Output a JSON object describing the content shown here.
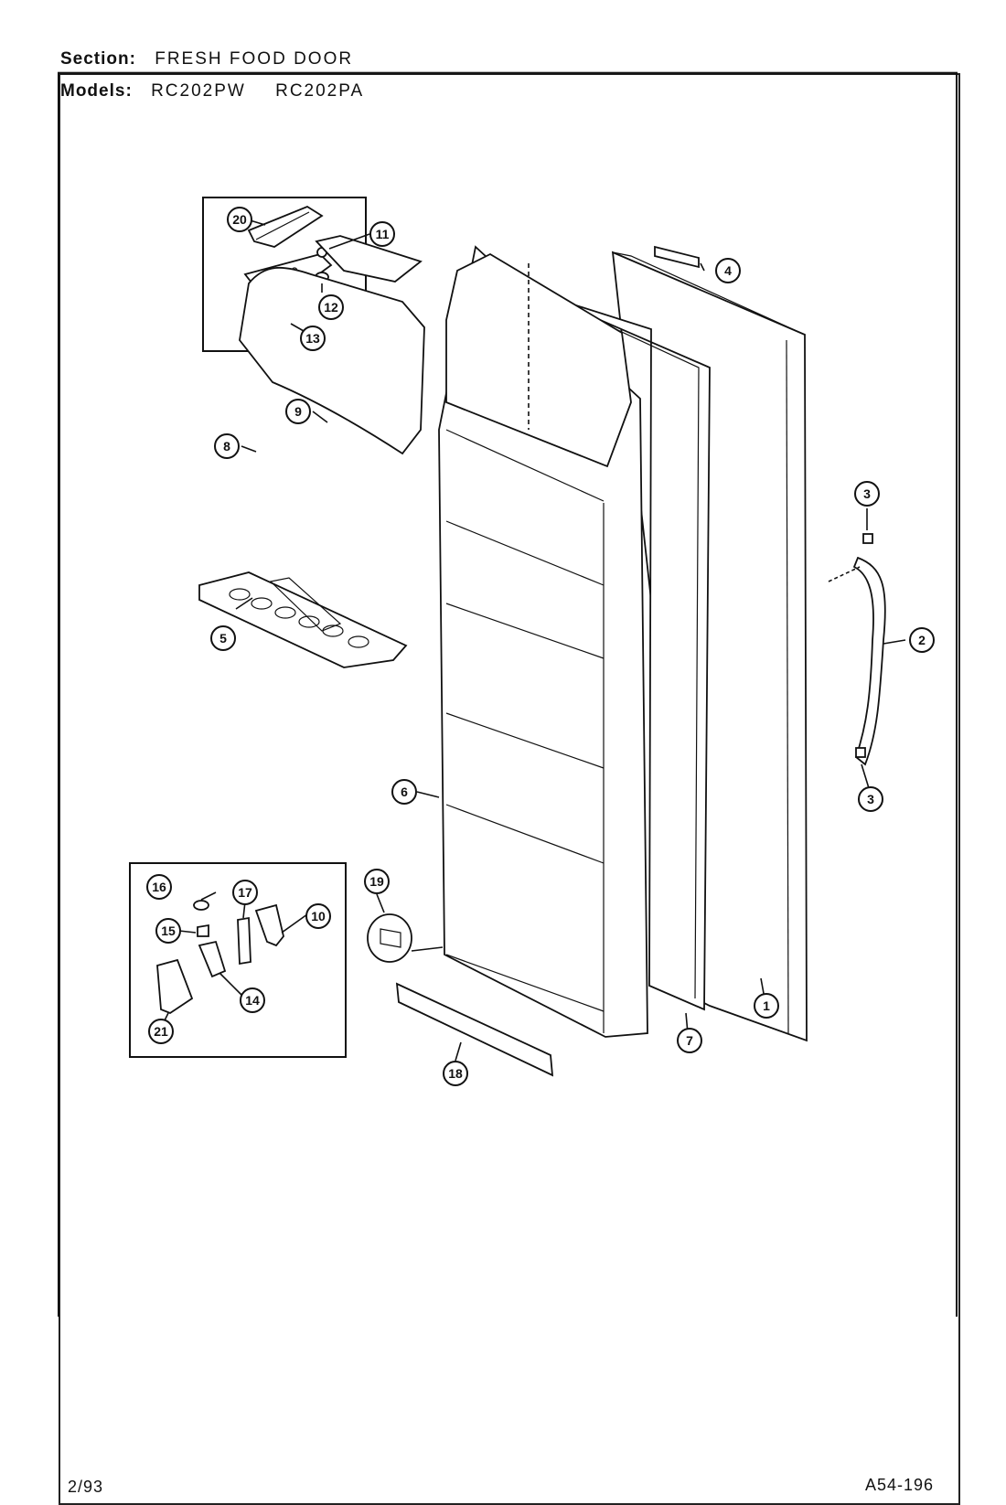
{
  "header": {
    "section_key": "Section:",
    "section_value": "FRESH FOOD DOOR",
    "models_key": "Models:",
    "models": [
      "RC202PW",
      "RC202PA"
    ]
  },
  "footer": {
    "date": "2/93",
    "code": "A54-196"
  },
  "callouts": [
    "1",
    "2",
    "3",
    "3",
    "4",
    "5",
    "6",
    "7",
    "8",
    "9",
    "10",
    "11",
    "12",
    "13",
    "14",
    "15",
    "16",
    "17",
    "18",
    "19",
    "20",
    "21"
  ]
}
